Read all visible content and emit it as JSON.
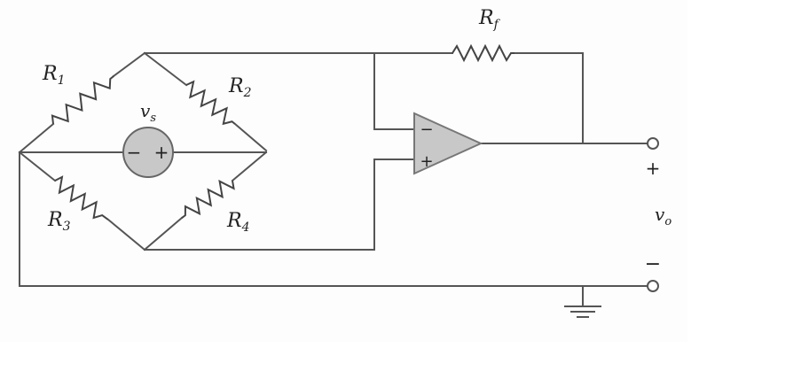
{
  "diagram": {
    "components": {
      "r1": {
        "symbol": "R",
        "subscript": "1"
      },
      "r2": {
        "symbol": "R",
        "subscript": "2"
      },
      "r3": {
        "symbol": "R",
        "subscript": "3"
      },
      "r4": {
        "symbol": "R",
        "subscript": "4"
      },
      "rf": {
        "symbol": "R",
        "subscript": "f"
      },
      "vs": {
        "symbol": "v",
        "subscript": "s",
        "minus": "−",
        "plus": "+"
      },
      "opamp": {
        "inverting": "−",
        "noninverting": "+"
      }
    },
    "output": {
      "symbol": "v",
      "subscript": "o",
      "plus": "+",
      "minus": "−"
    }
  },
  "colors": {
    "wire": "#555555",
    "source_fill": "#c8c8c8",
    "opamp_fill": "#c8c8c8",
    "text": "#222222"
  },
  "icons": [
    "resistor-icon",
    "voltage-source-icon",
    "op-amp-icon",
    "ground-icon",
    "terminal-icon"
  ]
}
